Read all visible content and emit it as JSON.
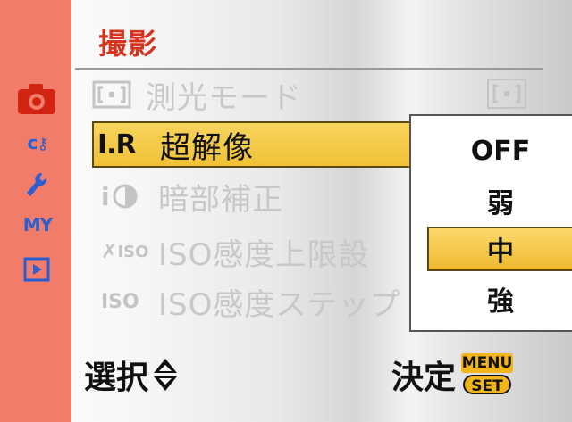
{
  "screen": {
    "title": "撮影",
    "accent_color": "#d6321d",
    "highlight_color": "#f2c53a"
  },
  "sidebar": {
    "items": [
      {
        "name": "camera-icon",
        "active": true
      },
      {
        "name": "custom-key-icon",
        "label": "c"
      },
      {
        "name": "wrench-icon"
      },
      {
        "name": "my-menu",
        "label": "MY"
      },
      {
        "name": "playback-icon"
      }
    ]
  },
  "menu": {
    "items": [
      {
        "label": "測光モード",
        "icon": "metering-icon",
        "value_icon": "metering-icon"
      },
      {
        "label": "超解像",
        "icon_text": "I.R",
        "selected": true
      },
      {
        "label": "暗部補正",
        "icon_text": "i",
        "icon": "contrast-icon"
      },
      {
        "label": "ISO感度上限設",
        "icon_text": "ISO"
      },
      {
        "label": "ISO感度ステップ",
        "icon_text": "ISO"
      }
    ]
  },
  "popup": {
    "options": [
      {
        "label": "OFF"
      },
      {
        "label": "弱"
      },
      {
        "label": "中",
        "selected": true
      },
      {
        "label": "強"
      }
    ]
  },
  "footer": {
    "select_label": "選択",
    "confirm_label": "決定",
    "menu_label": "MENU",
    "set_label": "SET"
  }
}
